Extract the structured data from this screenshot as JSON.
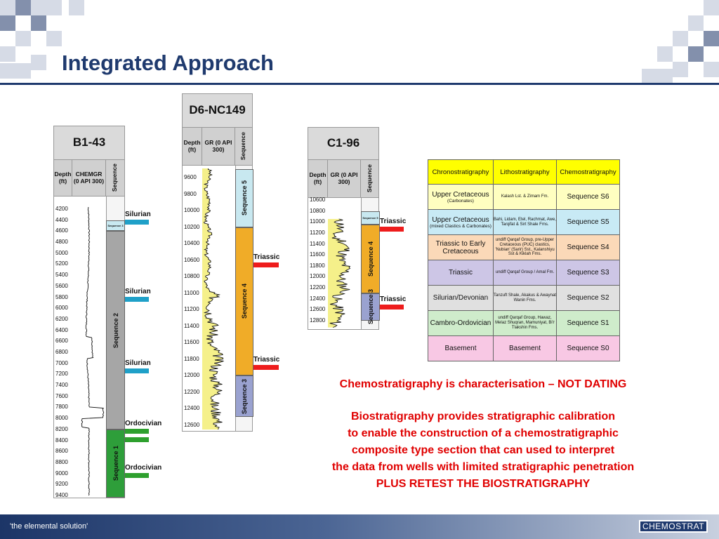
{
  "header": {
    "title": "Integrated Approach",
    "colors": {
      "title": "#1f3a6e",
      "rule": "#1f3a6e",
      "checker_dark": "#8390ac",
      "checker_light": "#d6dbe6"
    }
  },
  "wells": {
    "b1": {
      "name": "B1-43",
      "depth_label": "Depth (ft)",
      "log_label": "CHEMGR (0 API 300)",
      "seq_label": "Sequence",
      "depths": [
        "4200",
        "4400",
        "4600",
        "4800",
        "5000",
        "5200",
        "5400",
        "5600",
        "5800",
        "6000",
        "6200",
        "6400",
        "6600",
        "6800",
        "7000",
        "7200",
        "7400",
        "7600",
        "7800",
        "8000",
        "8200",
        "8400",
        "8600",
        "8800",
        "9000",
        "9200",
        "9400"
      ],
      "sequences": [
        {
          "name": "Sequence 3",
          "color": "#c8e8f0",
          "top_depth": 4400,
          "base_depth": 4600
        },
        {
          "name": "Sequence 2",
          "color": "#a6a6a6",
          "top_depth": 4600,
          "base_depth": 8200
        },
        {
          "name": "Sequence 1",
          "color": "#2e9e3a",
          "top_depth": 8200,
          "base_depth": 9500
        }
      ],
      "markers": [
        {
          "label": "Silurian",
          "color": "#1fa0c8",
          "depth": 4400
        },
        {
          "label": "Silurian",
          "color": "#1fa0c8",
          "depth": 5800
        },
        {
          "label": "Silurian",
          "color": "#1fa0c8",
          "depth": 7100
        },
        {
          "label": "Ordocivian",
          "color": "#2ea02e",
          "depth": 8200
        },
        {
          "label": "",
          "color": "#2ea02e",
          "depth": 8350
        },
        {
          "label": "Ordocivian",
          "color": "#2ea02e",
          "depth": 9000
        }
      ]
    },
    "d6": {
      "name": "D6-NC149",
      "depth_label": "Depth (ft)",
      "log_label": "GR (0 API 300)",
      "seq_label": "Sequence",
      "depths": [
        "9600",
        "9800",
        "10000",
        "10200",
        "10400",
        "10600",
        "10800",
        "11000",
        "11200",
        "11400",
        "11600",
        "11800",
        "12000",
        "12200",
        "12400",
        "12600"
      ],
      "sequences": [
        {
          "name": "Sequence 5",
          "color": "#c8e8f0",
          "top_depth": 9500,
          "base_depth": 10200
        },
        {
          "name": "Sequence 4",
          "color": "#f0ac28",
          "top_depth": 10200,
          "base_depth": 12000
        },
        {
          "name": "Sequence 3",
          "color": "#9aa2d0",
          "top_depth": 12000,
          "base_depth": 12500
        }
      ],
      "markers": [
        {
          "label": "Triassic",
          "color": "#ee1c1c",
          "depth": 10640
        },
        {
          "label": "Triassic",
          "color": "#ee1c1c",
          "depth": 11880
        }
      ]
    },
    "c1": {
      "name": "C1-96",
      "depth_label": "Depth (ft)",
      "log_label": "GR (0 API 300)",
      "seq_label": "Sequence",
      "depths": [
        "10600",
        "10800",
        "11000",
        "11200",
        "11400",
        "11600",
        "11800",
        "12000",
        "12200",
        "12400",
        "12600",
        "12800"
      ],
      "sequences": [
        {
          "name": "Sequence 5",
          "color": "#c8e8f0",
          "top_depth": 10800,
          "base_depth": 11050
        },
        {
          "name": "Sequence 4",
          "color": "#f0ac28",
          "top_depth": 11050,
          "base_depth": 12300
        },
        {
          "name": "Sequence 3",
          "color": "#9aa2d0",
          "top_depth": 12300,
          "base_depth": 12800
        }
      ],
      "markers": [
        {
          "label": "Triassic",
          "color": "#ee1c1c",
          "depth": 11100
        },
        {
          "label": "Triassic",
          "color": "#ee1c1c",
          "depth": 12520
        }
      ]
    }
  },
  "table": {
    "headers": [
      "Chronostratigraphy",
      "Lithostratigraphy",
      "Chemostratigraphy"
    ],
    "rows": [
      {
        "chrono": "Upper Cretaceous",
        "chrono_sub": "(Carbonates)",
        "litho": "Kalash Lst. & Zimam Fm.",
        "chemo": "Sequence S6",
        "color": "#ffffc0",
        "chemo_color": "#ffffc0"
      },
      {
        "chrono": "Upper Cretaceous",
        "chrono_sub": "(mixed Clastics & Carbonates)",
        "litho": "Bahi, Lidam, Etel, Rachmat, Awe, Tarqifat & Sirt Shale Fms.",
        "chemo": "Sequence S5",
        "color": "#c8eaf5",
        "chemo_color": "#c8eaf5"
      },
      {
        "chrono": "Triassic to Early Cretaceous",
        "chrono_sub": "",
        "litho": "undiff Qarqaf Group, pre-Upper Cretaceous (PUC) clastics, 'Nubian' (Sarir) Sst., Kalanshiyu Sst & Kiklah Fms.",
        "chemo": "Sequence S4",
        "color": "#fbd9b8",
        "chemo_color": "#fbd9b8"
      },
      {
        "chrono": "Triassic",
        "chrono_sub": "",
        "litho": "undiff Qarqaf Group / Amal Fm.",
        "chemo": "Sequence S3",
        "color": "#cdc6e6",
        "chemo_color": "#cdc6e6"
      },
      {
        "chrono": "Silurian/Devonian",
        "chrono_sub": "",
        "litho": "Tanzuft Shale, Akakus & Awaynat Wanin Fms.",
        "chemo": "Sequence S2",
        "color": "#e0e0e0",
        "chemo_color": "#e0e0e0"
      },
      {
        "chrono": "Cambro-Ordovician",
        "chrono_sub": "",
        "litho": "undiff Qarqaf Group, Hawaz, Melaz Shuqran, Mamuniyat, Bi'r Tlakshin Fms.",
        "chemo": "Sequence S1",
        "color": "#cfeccb",
        "chemo_color": "#cfeccb"
      },
      {
        "chrono": "Basement",
        "chrono_sub": "",
        "litho": "Basement",
        "chemo": "Sequence S0",
        "color": "#f8c8e4",
        "chemo_color": "#f8c8e4"
      }
    ]
  },
  "text": {
    "line1": "Chemostratigraphy is characterisation – NOT DATING",
    "line2": "Biostratigraphy provides stratigraphic calibration",
    "line3": "to enable the construction of a chemostratigraphic",
    "line4": "composite type section that can used to interpret",
    "line5": "the data from wells with limited stratigraphic penetration",
    "line6": "PLUS RETEST THE BIOSTRATIGRAPHY",
    "color": "#e00000"
  },
  "footer": {
    "tagline": "'the elemental solution'",
    "logo": "CHEMOSTRAT"
  }
}
